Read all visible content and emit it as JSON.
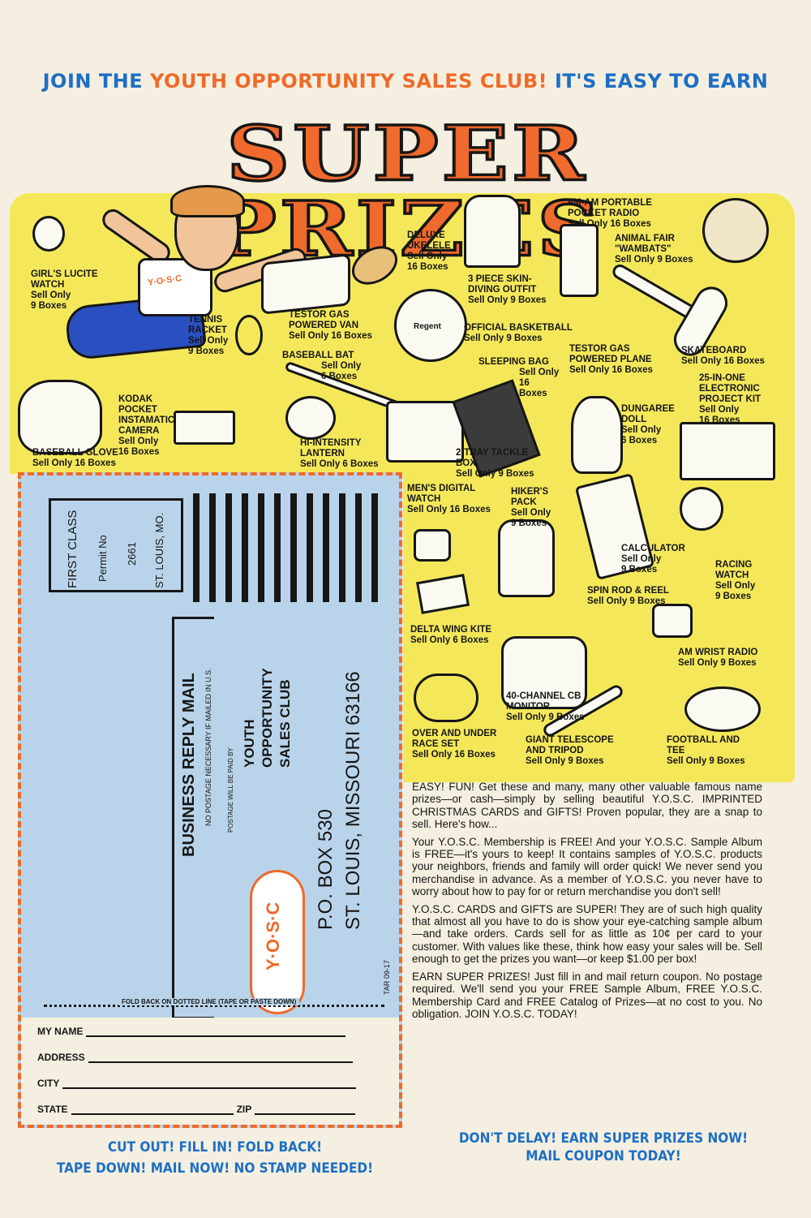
{
  "header": {
    "line1_a": "JOIN THE ",
    "line1_b": "YOUTH OPPORTUNITY SALES CLUB!",
    "line1_c": " IT'S EASY TO EARN",
    "title": "SUPER PRIZES"
  },
  "character": {
    "shirt_logo": "Y·O·S·C"
  },
  "prizes": [
    {
      "name": "GIRL'S LUCITE WATCH",
      "sell": "Sell Only\n9 Boxes"
    },
    {
      "name": "TENNIS RACKET",
      "sell": "Sell Only\n9 Boxes"
    },
    {
      "name": "TESTOR GAS POWERED VAN",
      "sell": "Sell Only 16 Boxes"
    },
    {
      "name": "DELUXE UKELELE",
      "sell": "Sell Only\n16 Boxes"
    },
    {
      "name": "3 PIECE SKIN-DIVING OUTFIT",
      "sell": "Sell Only 9 Boxes"
    },
    {
      "name": "FM-AM PORTABLE POCKET RADIO",
      "sell": "Sell Only 16 Boxes"
    },
    {
      "name": "ANIMAL FAIR \"WAMBATS\"",
      "sell": "Sell Only 9 Boxes"
    },
    {
      "name": "OFFICIAL BASKETBALL",
      "sell": "Sell Only 9 Boxes"
    },
    {
      "name": "TESTOR GAS POWERED PLANE",
      "sell": "Sell Only 16 Boxes"
    },
    {
      "name": "SKATEBOARD",
      "sell": "Sell Only 16 Boxes"
    },
    {
      "name": "BASEBALL BAT",
      "sell": "Sell Only\n6 Boxes"
    },
    {
      "name": "SLEEPING BAG",
      "sell": "Sell Only\n16 Boxes"
    },
    {
      "name": "KODAK POCKET INSTAMATIC CAMERA",
      "sell": "Sell Only\n16 Boxes"
    },
    {
      "name": "25-IN-ONE ELECTRONIC PROJECT KIT",
      "sell": "Sell Only\n16 Boxes"
    },
    {
      "name": "DUNGAREE DOLL",
      "sell": "Sell Only\n6 Boxes"
    },
    {
      "name": "BASEBALL GLOVE",
      "sell": "Sell Only 16 Boxes"
    },
    {
      "name": "HI-INTENSITY LANTERN",
      "sell": "Sell Only 6 Boxes"
    },
    {
      "name": "2-TRAY TACKLE BOX",
      "sell": "Sell Only 9 Boxes"
    },
    {
      "name": "MEN'S DIGITAL WATCH",
      "sell": "Sell Only 16 Boxes"
    },
    {
      "name": "HIKER'S PACK",
      "sell": "Sell Only\n9 Boxes"
    },
    {
      "name": "CALCULATOR",
      "sell": "Sell Only\n9 Boxes"
    },
    {
      "name": "RACING WATCH",
      "sell": "Sell Only\n9 Boxes"
    },
    {
      "name": "SPIN ROD & REEL",
      "sell": "Sell Only 9 Boxes"
    },
    {
      "name": "DELTA WING KITE",
      "sell": "Sell Only 6 Boxes"
    },
    {
      "name": "AM WRIST RADIO",
      "sell": "Sell Only 9 Boxes"
    },
    {
      "name": "40-CHANNEL CB MONITOR",
      "sell": "Sell Only 9 Boxes"
    },
    {
      "name": "OVER AND UNDER RACE SET",
      "sell": "Sell Only 16 Boxes"
    },
    {
      "name": "GIANT TELESCOPE AND TRIPOD",
      "sell": "Sell Only 9 Boxes"
    },
    {
      "name": "FOOTBALL AND TEE",
      "sell": "Sell Only 9 Boxes"
    }
  ],
  "product_labels": {
    "basketball_brand": "Regent"
  },
  "coupon": {
    "stamp": {
      "line1": "FIRST CLASS",
      "line2": "Permit No",
      "line3": "2661",
      "line4": "ST. LOUIS, MO."
    },
    "business_reply": "BUSINESS REPLY MAIL",
    "no_postage": "NO POSTAGE NECESSARY IF MAILED IN U.S.",
    "postage_paid_by": "POSTAGE WILL BE PAID BY",
    "club_line1": "YOUTH",
    "club_line2": "OPPORTUNITY",
    "club_line3": "SALES CLUB",
    "logo": "Y·O·S·C",
    "address1": "P.O. BOX 530",
    "address2": "ST. LOUIS, MISSOURI 63166",
    "code": "TAR 09-17",
    "fold_text": "FOLD BACK ON DOTTED LINE (TAPE OR PASTE DOWN)",
    "form": {
      "name": "MY NAME",
      "address": "ADDRESS",
      "city": "CITY",
      "state": "STATE",
      "zip": "ZIP"
    },
    "instructions1": "CUT OUT!   FILL IN!   FOLD BACK!",
    "instructions2": "TAPE DOWN!   MAIL NOW!   NO STAMP NEEDED!"
  },
  "copy": {
    "p1": "EASY! FUN! Get these and many, many other valuable famous name prizes—or cash—simply by selling beautiful Y.O.S.C. IMPRINTED CHRISTMAS CARDS and GIFTS! Proven popular, they are a snap to sell. Here's how...",
    "p2": "Your Y.O.S.C. Membership is FREE! And your Y.O.S.C. Sample Album is FREE—it's yours to keep! It contains samples of Y.O.S.C. products your neighbors, friends and family will order quick! We never send you merchandise in advance. As a member of Y.O.S.C. you never have to worry about how to pay for or return merchandise you don't sell!",
    "p3": "Y.O.S.C. CARDS and GIFTS are SUPER! They are of such high quality that almost all you have to do is show your eye-catching sample album—and take orders. Cards sell for as little as 10¢ per card to your customer. With values like these, think how easy your sales will be. Sell enough to get the prizes you want—or keep $1.00 per box!",
    "p4": "EARN SUPER PRIZES! Just fill in and mail return coupon. No postage required. We'll send you your FREE Sample Album, FREE Y.O.S.C. Membership Card and FREE Catalog of Prizes—at no cost to you. No obligation. JOIN Y.O.S.C. TODAY!",
    "cta1": "DON'T DELAY! EARN SUPER PRIZES NOW!",
    "cta2": "MAIL COUPON TODAY!"
  },
  "colors": {
    "blue": "#1d6fc4",
    "orange": "#ef6a29",
    "yellow": "#f4e85a",
    "coupon_blue": "#b9d4ea",
    "paper": "#f4efe0"
  }
}
